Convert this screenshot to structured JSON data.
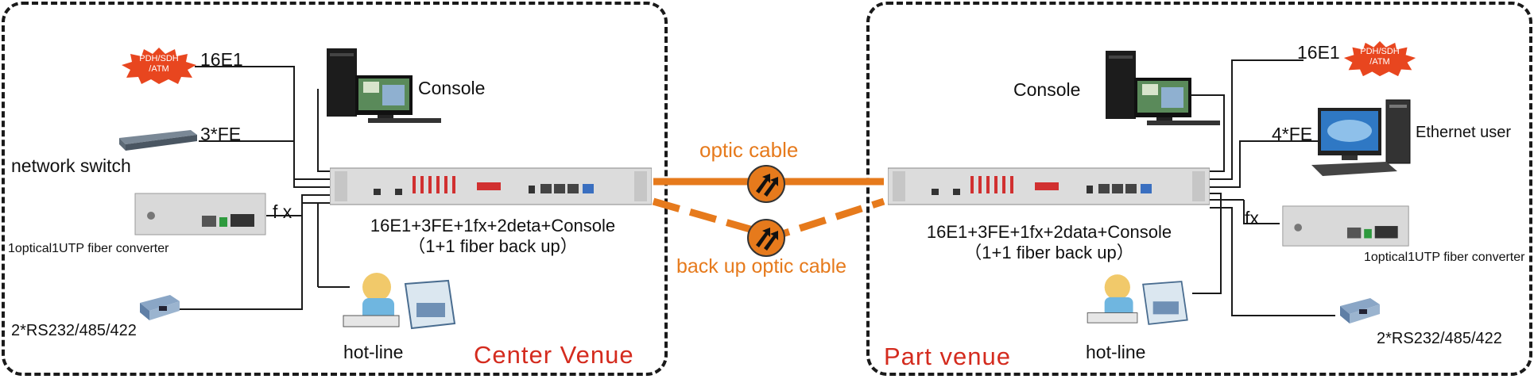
{
  "left": {
    "venue_title": "Center  Venue",
    "pdh_badge": [
      "PDH/SDH",
      "/ATM"
    ],
    "e1_label": "16E1",
    "fe_label": "3*FE",
    "switch_label": "network  switch",
    "fx_label": "f x",
    "converter_label": "1optical1UTP  fiber  converter",
    "serial_label": "2*RS232/485/422",
    "console_label": "Console",
    "hotline_label": "hot-line",
    "device_line1": "16E1+3FE+1fx+2deta+Console",
    "device_line2": "（1+1 fiber back up）"
  },
  "right": {
    "venue_title": "Part  venue",
    "pdh_badge": [
      "PDH/SDH",
      "/ATM"
    ],
    "e1_label": "16E1",
    "fe_label": "4*FE",
    "ethernet_label": "Ethernet  user",
    "fx_label": "fx",
    "converter_label": "1optical1UTP  fiber  converter",
    "serial_label": "2*RS232/485/422",
    "console_label": "Console",
    "hotline_label": "hot-line",
    "device_line1": "16E1+3FE+1fx+2data+Console",
    "device_line2": "（1+1 fiber back up）"
  },
  "link": {
    "optic_cable_label": "optic cable",
    "backup_cable_label": "back up optic cable"
  },
  "colors": {
    "cable": "#e67a1c",
    "venue_title": "#d42b1e",
    "badge": "#e8461f",
    "device": "#dcdcdc"
  },
  "icons": [
    "starburst-badge-icon",
    "desktop-computer-icon",
    "network-switch-icon",
    "fiber-converter-icon",
    "serial-adapter-icon",
    "telephone-operator-icon",
    "ethernet-workstation-icon",
    "fiber-coupler-icon"
  ]
}
